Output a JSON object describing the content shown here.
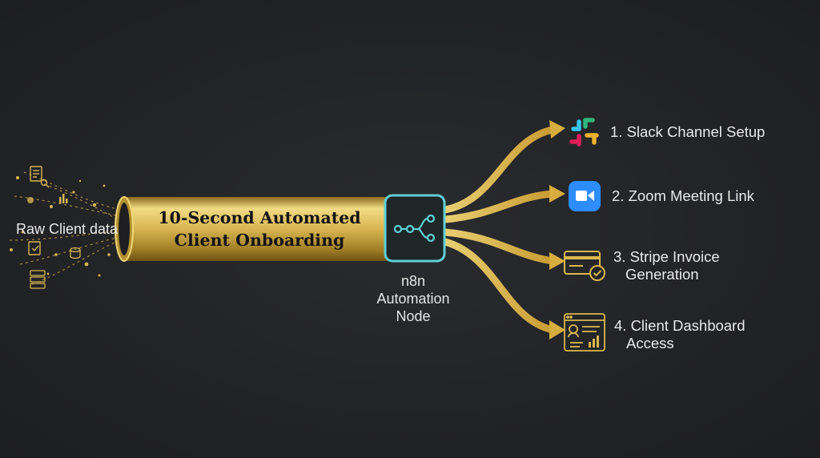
{
  "input": {
    "label": "Raw Client data"
  },
  "pipe": {
    "title_line1": "10-Second Automated",
    "title_line2": "Client Onboarding"
  },
  "node": {
    "line1": "n8n",
    "line2": "Automation",
    "line3": "Node",
    "icon": "flow-branch-icon"
  },
  "outputs": [
    {
      "line1": "1. Slack Channel Setup",
      "icon": "slack-icon"
    },
    {
      "line1": "2. Zoom Meeting Link",
      "icon": "zoom-icon"
    },
    {
      "line1": "3. Stripe Invoice",
      "line2": "Generation",
      "icon": "invoice-card-icon"
    },
    {
      "line1": "4. Client Dashboard",
      "line2": "Access",
      "icon": "dashboard-icon"
    }
  ],
  "colors": {
    "background": "#232426",
    "gold": "#d9b94e",
    "node_border": "#5fd0d6",
    "zoom_blue": "#2d8cff"
  }
}
